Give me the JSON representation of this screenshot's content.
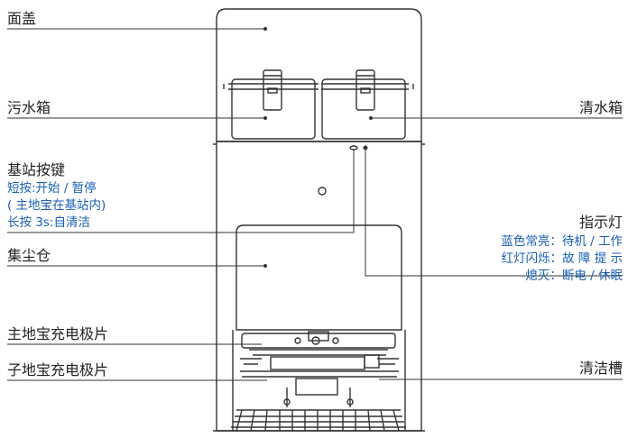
{
  "labels": {
    "cover": "面盖",
    "dirty_tank": "污水箱",
    "base_button": "基站按键",
    "short_press": "短按:开始 / 暂停",
    "short_press_note": "( 主地宝在基站内)",
    "long_press": "长按 3s:自清洁",
    "dust_bin": "集尘仓",
    "main_charge": "主地宝充电极片",
    "sub_charge": "子地宝充电极片",
    "clean_tank": "清水箱",
    "indicator": "指示灯",
    "blue_on": "蓝色常亮：待机 / 工作",
    "red_flash": "红灯闪烁：故 障 提 示",
    "off": "熄灭：断电 / 休眠",
    "clean_slot": "清洁槽"
  },
  "colors": {
    "text": "#222222",
    "note": "#1a5fb4",
    "line": "#333333"
  }
}
